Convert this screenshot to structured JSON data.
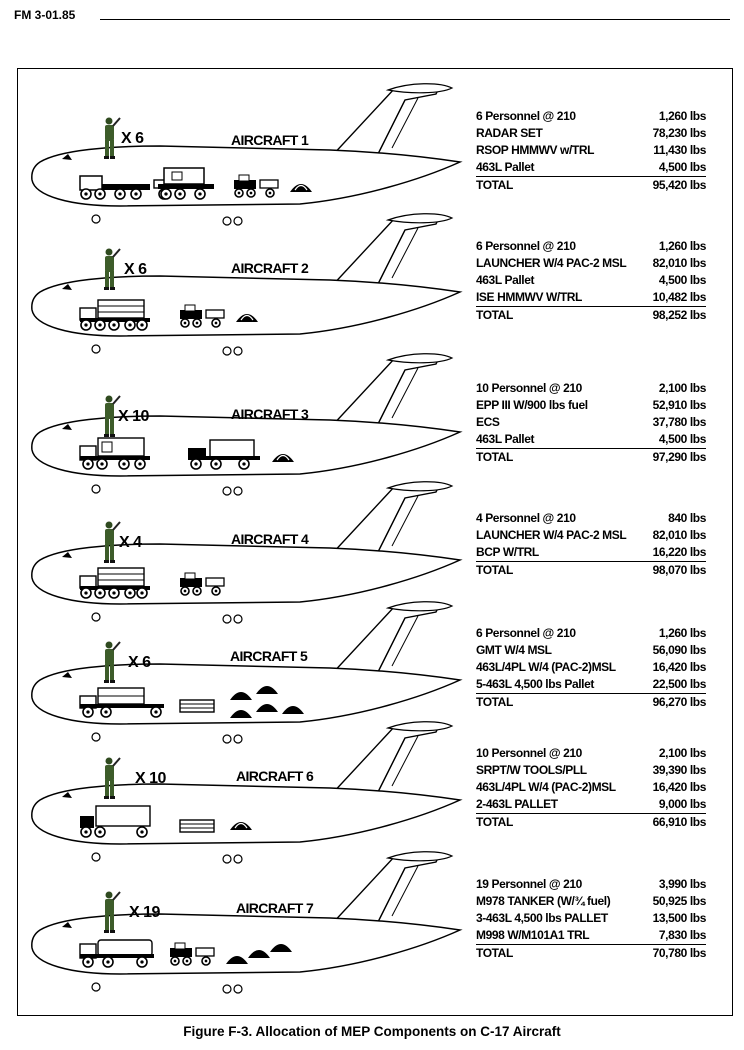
{
  "header": {
    "doc_id": "FM 3-01.85"
  },
  "caption": "Figure F-3. Allocation of MEP Components on C-17 Aircraft",
  "aircraft": [
    {
      "name": "AIRCRAFT 1",
      "multiplier": "X 6",
      "loads": [
        {
          "item": "6 Personnel @ 210",
          "weight": "1,260 lbs"
        },
        {
          "item": "RADAR SET",
          "weight": "78,230 lbs"
        },
        {
          "item": "RSOP HMMWV w/TRL",
          "weight": "11,430 lbs"
        },
        {
          "item": "463L Pallet",
          "weight": "4,500 lbs"
        }
      ],
      "total_label": "TOTAL",
      "total": "95,420 lbs"
    },
    {
      "name": "AIRCRAFT 2",
      "multiplier": "X 6",
      "loads": [
        {
          "item": "6 Personnel @ 210",
          "weight": "1,260 lbs"
        },
        {
          "item": "LAUNCHER W/4 PAC-2 MSL",
          "weight": "82,010 lbs"
        },
        {
          "item": "463L Pallet",
          "weight": "4,500 lbs"
        },
        {
          "item": "ISE HMMWV W/TRL",
          "weight": "10,482 lbs"
        }
      ],
      "total_label": "TOTAL",
      "total": "98,252 lbs"
    },
    {
      "name": "AIRCRAFT 3",
      "multiplier": "X 10",
      "loads": [
        {
          "item": "10 Personnel @ 210",
          "weight": "2,100 lbs"
        },
        {
          "item": "EPP III W/900 lbs fuel",
          "weight": "52,910 lbs"
        },
        {
          "item": "ECS",
          "weight": "37,780 lbs"
        },
        {
          "item": "463L Pallet",
          "weight": "4,500 lbs"
        }
      ],
      "total_label": "TOTAL",
      "total": "97,290 lbs"
    },
    {
      "name": "AIRCRAFT 4",
      "multiplier": "X 4",
      "loads": [
        {
          "item": "4 Personnel @ 210",
          "weight": "840 lbs"
        },
        {
          "item": "LAUNCHER W/4 PAC-2 MSL",
          "weight": "82,010 lbs"
        },
        {
          "item": "BCP W/TRL",
          "weight": "16,220 lbs"
        }
      ],
      "total_label": "TOTAL",
      "total": "98,070 lbs"
    },
    {
      "name": "AIRCRAFT 5",
      "multiplier": "X 6",
      "loads": [
        {
          "item": "6 Personnel @ 210",
          "weight": "1,260 lbs"
        },
        {
          "item": "GMT W/4 MSL",
          "weight": "56,090 lbs"
        },
        {
          "item": "463L/4PL W/4 (PAC-2)MSL",
          "weight": "16,420 lbs"
        },
        {
          "item": "5-463L 4,500 lbs Pallet",
          "weight": "22,500 lbs"
        }
      ],
      "total_label": "TOTAL",
      "total": "96,270 lbs"
    },
    {
      "name": "AIRCRAFT 6",
      "multiplier": "X 10",
      "loads": [
        {
          "item": "10 Personnel @ 210",
          "weight": "2,100 lbs"
        },
        {
          "item": "SRPT/W TOOLS/PLL",
          "weight": "39,390 lbs"
        },
        {
          "item": "463L/4PL W/4 (PAC-2)MSL",
          "weight": "16,420 lbs"
        },
        {
          "item": "2-463L PALLET",
          "weight": "9,000 lbs"
        }
      ],
      "total_label": "TOTAL",
      "total": "66,910 lbs"
    },
    {
      "name": "AIRCRAFT 7",
      "multiplier": "X 19",
      "loads": [
        {
          "item": "19 Personnel @ 210",
          "weight": "3,990 lbs"
        },
        {
          "item": "M978 TANKER (W/¾ fuel)",
          "weight": "50,925 lbs"
        },
        {
          "item": "3-463L 4,500 lbs PALLET",
          "weight": "13,500 lbs"
        },
        {
          "item": "M998 W/M101A1 TRL",
          "weight": "7,830 lbs"
        }
      ],
      "total_label": "TOTAL",
      "total": "70,780 lbs"
    }
  ]
}
